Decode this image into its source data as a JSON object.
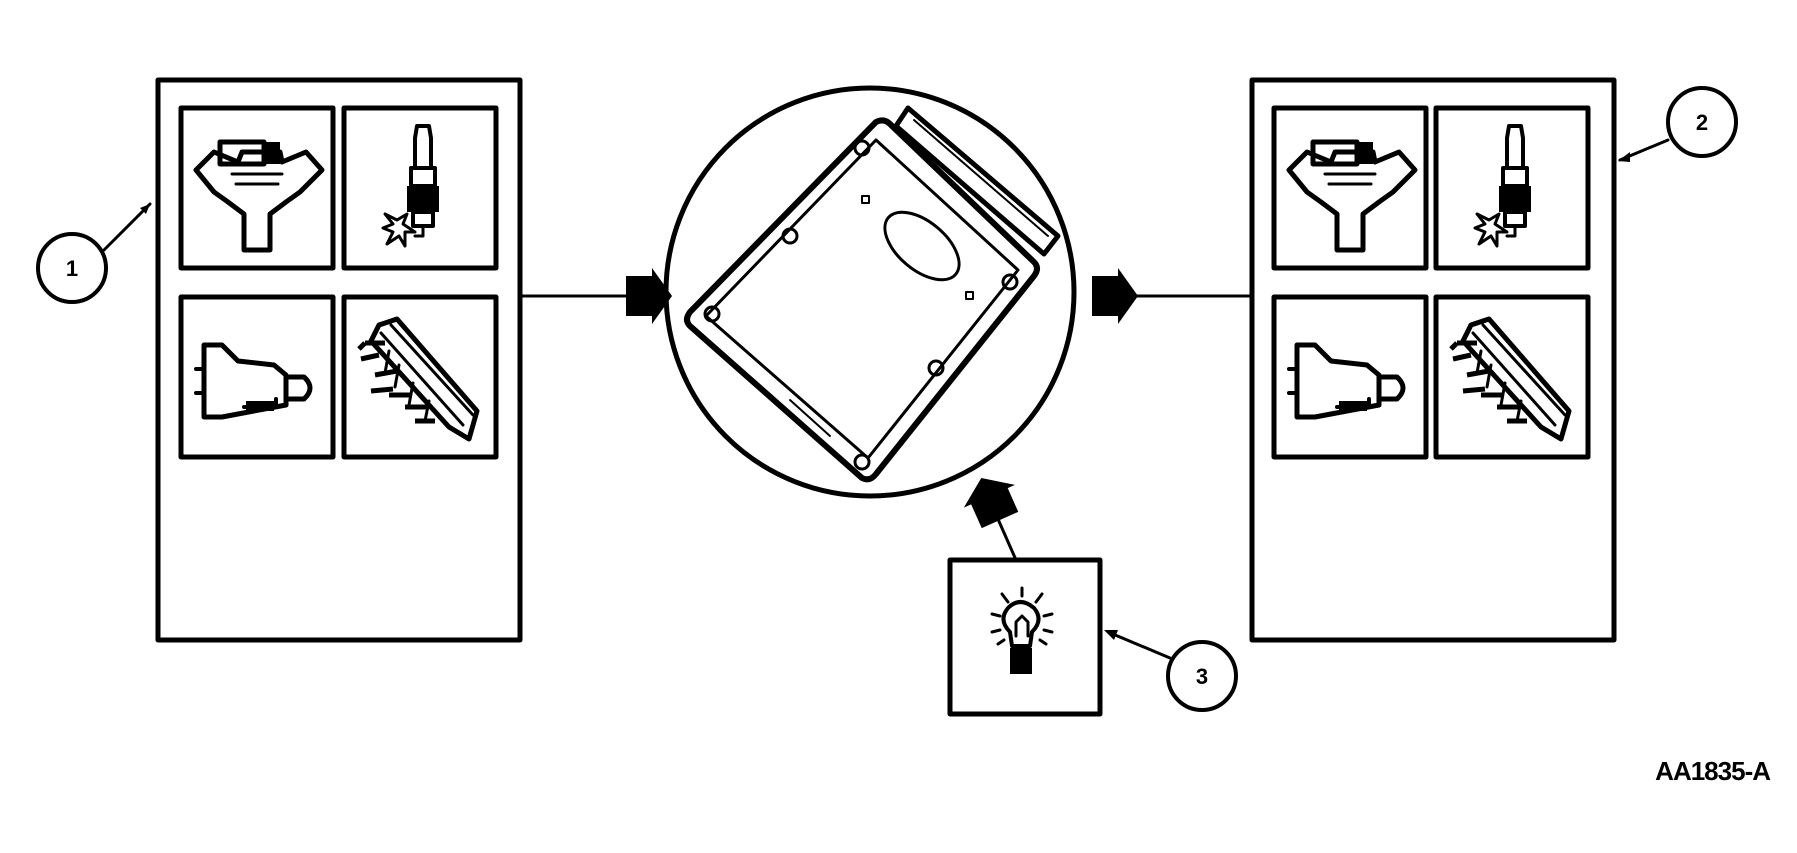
{
  "callouts": {
    "input_panel": "1",
    "output_panel": "2",
    "indicator_lamp": "3"
  },
  "figure_id": "AA1835-A",
  "icons": {
    "input_panel": [
      "fuel-injector-icon",
      "spark-plug-icon",
      "transmission-icon",
      "ignition-module-icon"
    ],
    "output_panel": [
      "fuel-injector-icon",
      "spark-plug-icon",
      "transmission-icon",
      "ignition-module-icon"
    ],
    "controller": "control-module-icon",
    "lamp": "indicator-lamp-icon"
  },
  "colors": {
    "line": "#000000",
    "background": "#ffffff"
  }
}
